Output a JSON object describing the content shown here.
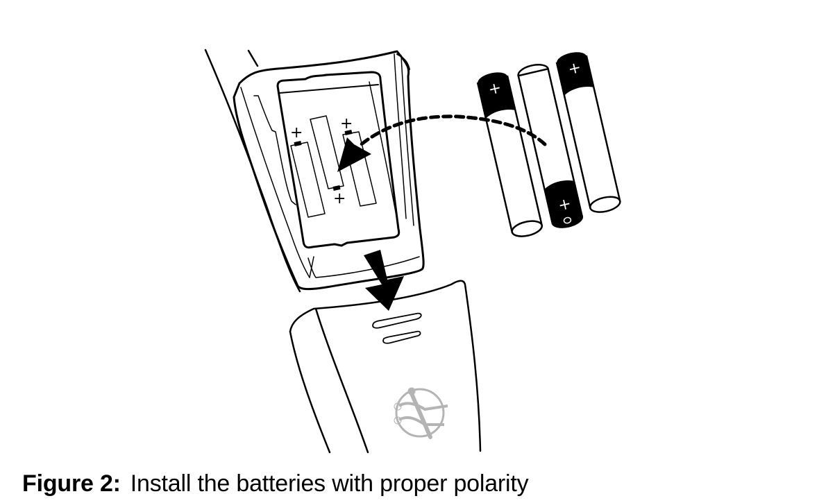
{
  "figure": {
    "label": "Figure 2:",
    "caption": "Install the batteries with proper polarity",
    "illustration": "battery-installation-diagram",
    "polarity_symbol": "+",
    "battery_count": 3,
    "logo_color": "#b4b4b4",
    "ink_color": "#000000"
  }
}
